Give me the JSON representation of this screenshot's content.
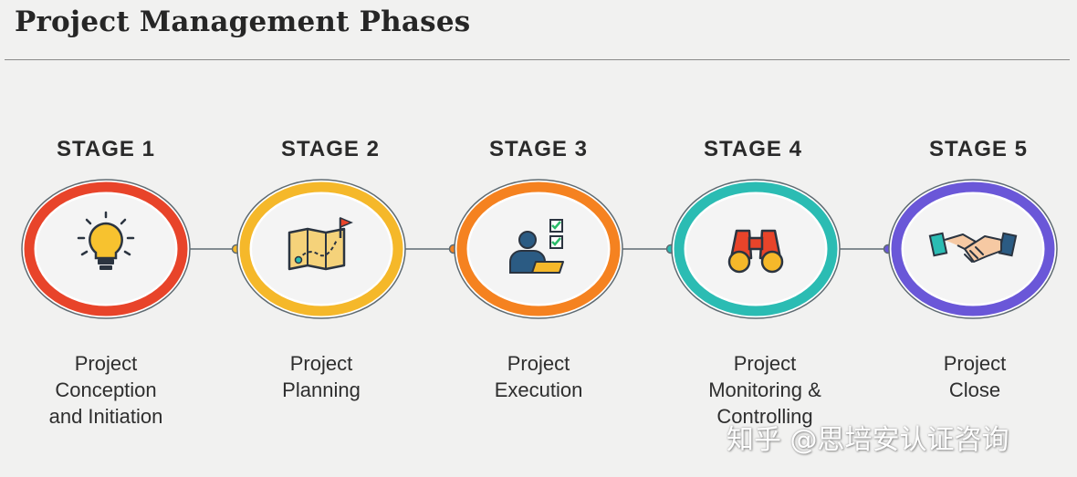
{
  "title": "Project Management Phases",
  "stages": [
    {
      "label": "STAGE 1",
      "lines": [
        "Project",
        "Conception",
        "and Initiation"
      ],
      "color": "#e8442a",
      "icon": "lightbulb-icon"
    },
    {
      "label": "STAGE 2",
      "lines": [
        "Project",
        "Planning"
      ],
      "color": "#f5b82a",
      "icon": "map-flag-icon"
    },
    {
      "label": "STAGE 3",
      "lines": [
        "Project",
        "Execution"
      ],
      "color": "#f58220",
      "icon": "worker-checklist-icon"
    },
    {
      "label": "STAGE 4",
      "lines": [
        "Project",
        "Monitoring &",
        "Controlling"
      ],
      "color": "#2bbcb3",
      "icon": "binoculars-icon"
    },
    {
      "label": "STAGE 5",
      "lines": [
        "Project",
        "Close"
      ],
      "color": "#6a57d8",
      "icon": "handshake-icon"
    }
  ],
  "watermark": "知乎 @思培安认证咨询"
}
